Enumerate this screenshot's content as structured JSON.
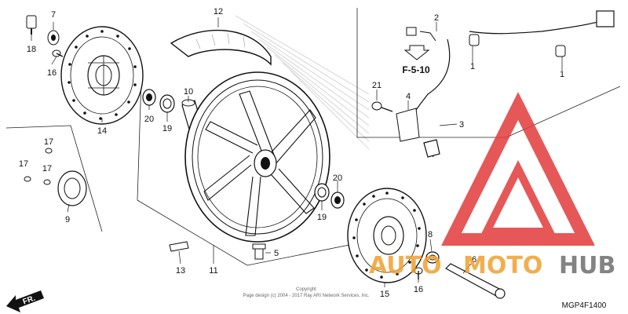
{
  "diagram": {
    "callouts": {
      "c1a": "1",
      "c1b": "1",
      "c2": "2",
      "c3": "3",
      "c4": "4",
      "c5": "5",
      "c6": "6",
      "c7": "7",
      "c8": "8",
      "c9": "9",
      "c10": "10",
      "c11": "11",
      "c12": "12",
      "c13": "13",
      "c14": "14",
      "c15": "15",
      "c16a": "16",
      "c16b": "16",
      "c17a": "17",
      "c17b": "17",
      "c17c": "17",
      "c18": "18",
      "c19a": "19",
      "c19b": "19",
      "c20a": "20",
      "c20b": "20",
      "c21": "21"
    },
    "reference": "F-5-10",
    "direction_label": "FR.",
    "copyright_line1": "Copyright",
    "copyright_line2": "Page design (c) 2004 - 2017 Ray ARI Network Services, Inc.",
    "diagram_code": "MGP4F1400"
  },
  "watermark": {
    "brand_part1": "AUTO",
    "brand_part2": "MOTO",
    "brand_part3": "HUB",
    "color_red": "#e23b3b",
    "color_orange": "#f0a030",
    "color_gray": "#6e6e6e"
  }
}
